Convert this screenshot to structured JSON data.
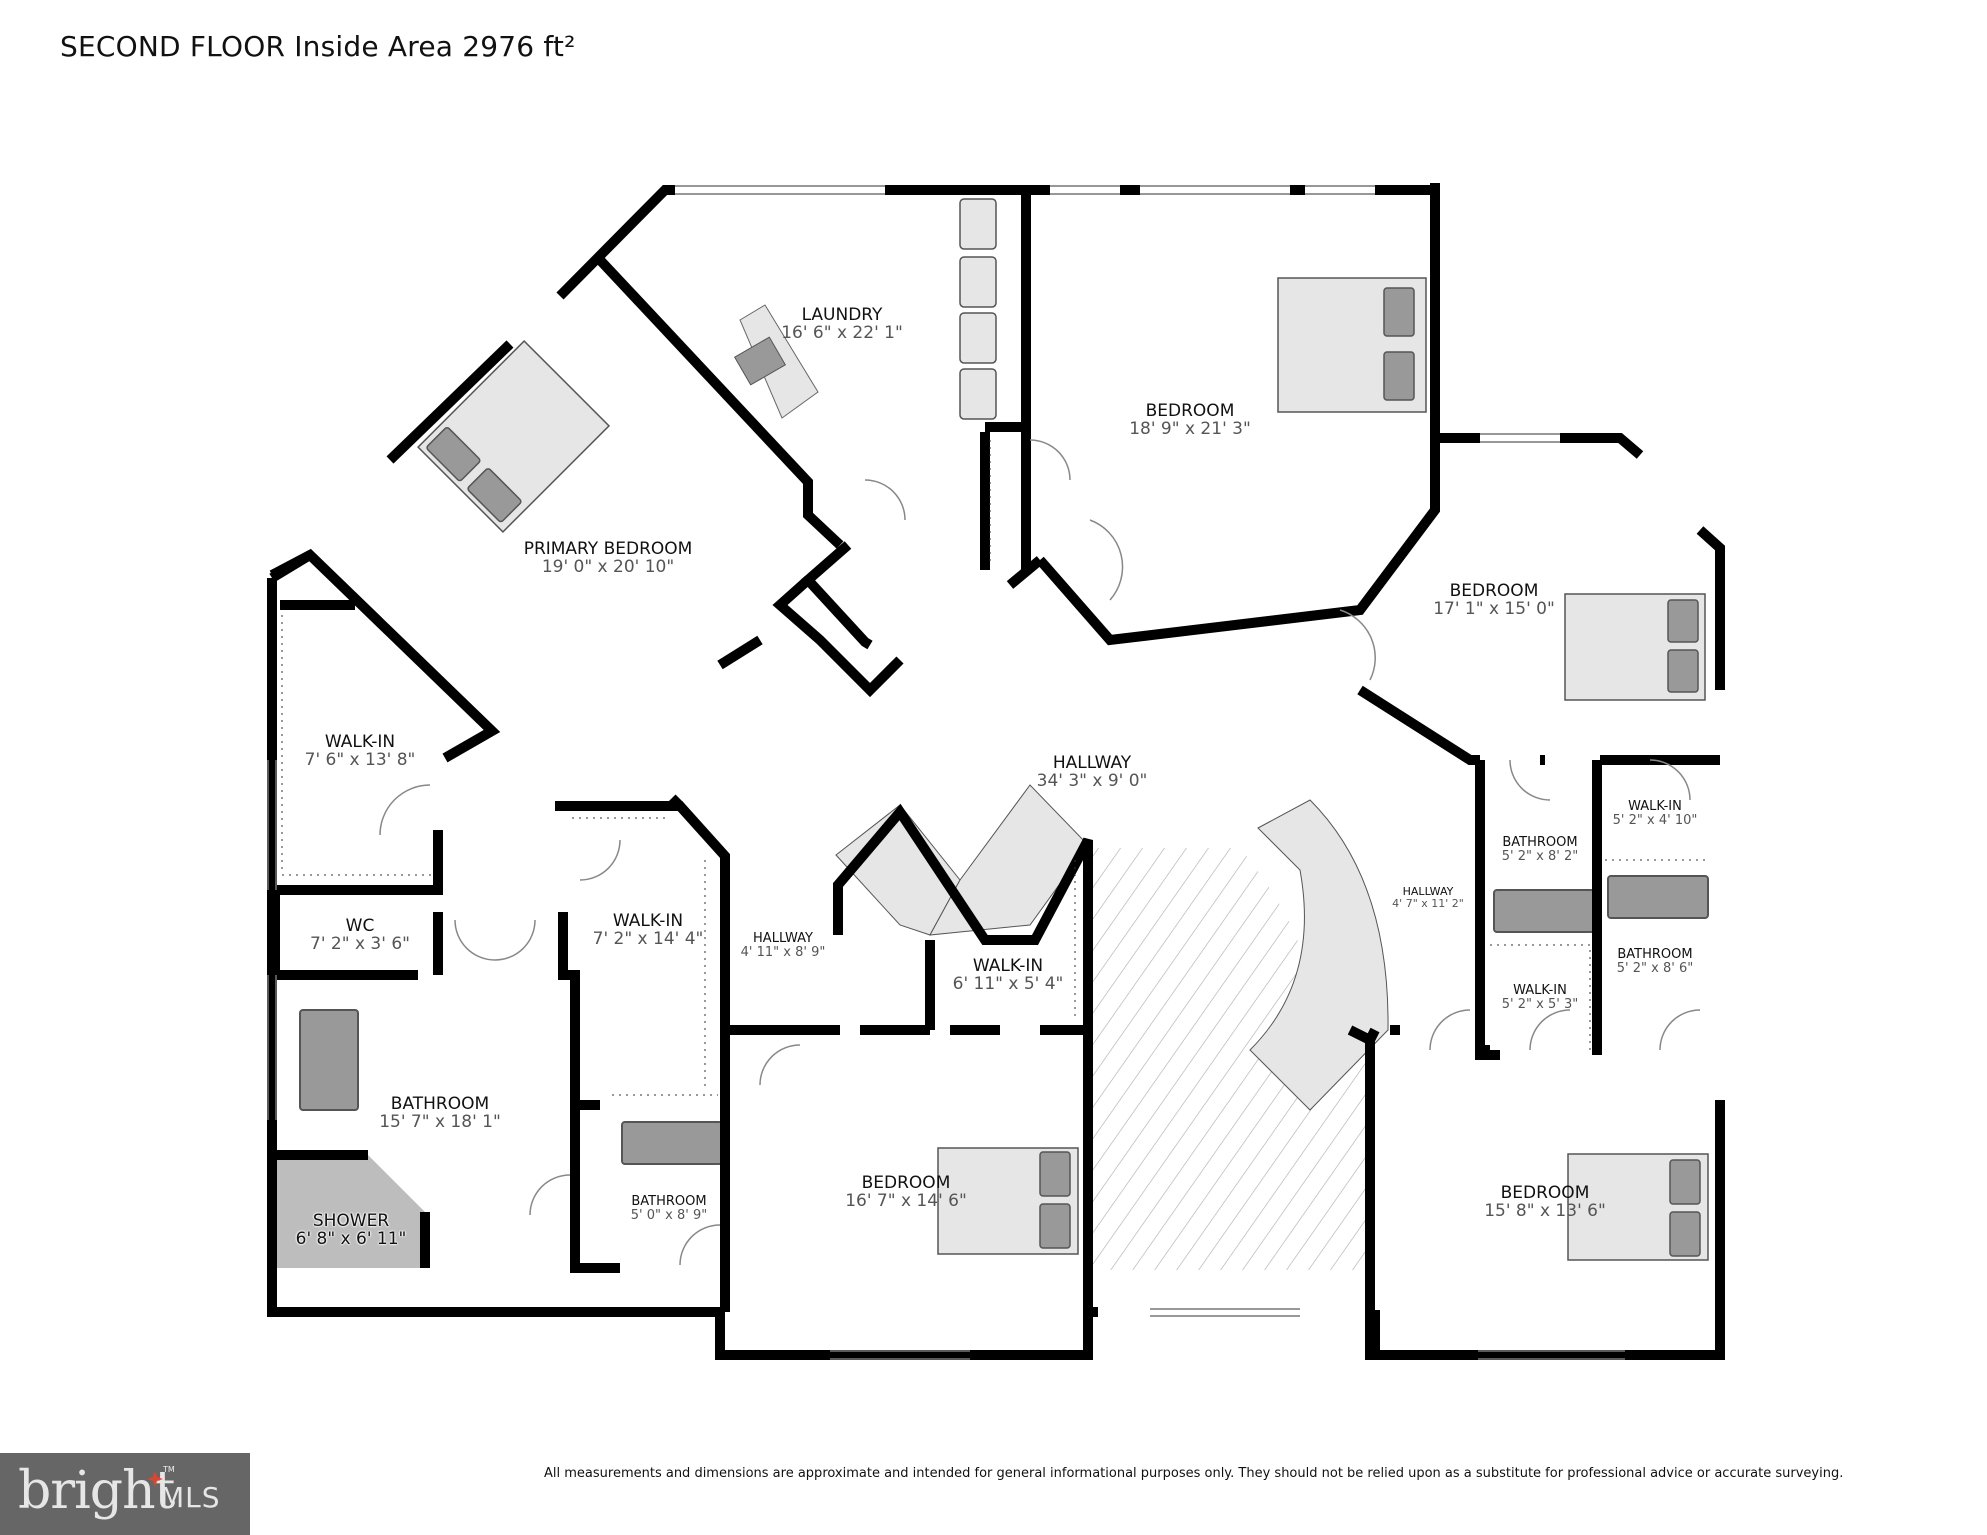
{
  "header": {
    "title": "SECOND FLOOR Inside Area 2976 ft²"
  },
  "rooms": [
    {
      "id": "laundry",
      "name": "LAUNDRY",
      "dims": "16' 6\" x 22' 1\""
    },
    {
      "id": "primary-bedroom",
      "name": "PRIMARY BEDROOM",
      "dims": "19' 0\" x 20' 10\""
    },
    {
      "id": "bedroom-top",
      "name": "BEDROOM",
      "dims": "18' 9\" x 21' 3\""
    },
    {
      "id": "bedroom-right",
      "name": "BEDROOM",
      "dims": "17' 1\" x 15' 0\""
    },
    {
      "id": "walkin-primary",
      "name": "WALK-IN",
      "dims": "7' 6\" x 13' 8\""
    },
    {
      "id": "hallway-main",
      "name": "HALLWAY",
      "dims": "34' 3\" x 9' 0\""
    },
    {
      "id": "walkin-right-top",
      "name": "WALK-IN",
      "dims": "5' 2\" x 4' 10\""
    },
    {
      "id": "bathroom-right-a",
      "name": "BATHROOM",
      "dims": "5' 2\" x 8' 2\""
    },
    {
      "id": "hallway-right",
      "name": "HALLWAY",
      "dims": "4' 7\" x 11' 2\""
    },
    {
      "id": "wc",
      "name": "WC",
      "dims": "7' 2\" x 3' 6\""
    },
    {
      "id": "walkin-center-left",
      "name": "WALK-IN",
      "dims": "7' 2\" x 14' 4\""
    },
    {
      "id": "hallway-small",
      "name": "HALLWAY",
      "dims": "4' 11\" x 8' 9\""
    },
    {
      "id": "bathroom-right-b",
      "name": "BATHROOM",
      "dims": "5' 2\" x 8' 6\""
    },
    {
      "id": "walkin-stairs",
      "name": "WALK-IN",
      "dims": "6' 11\" x 5' 4\""
    },
    {
      "id": "walkin-right-bottom",
      "name": "WALK-IN",
      "dims": "5' 2\" x 5' 3\""
    },
    {
      "id": "bathroom-primary",
      "name": "BATHROOM",
      "dims": "15' 7\" x 18' 1\""
    },
    {
      "id": "bedroom-bottom-center",
      "name": "BEDROOM",
      "dims": "16' 7\" x 14' 6\""
    },
    {
      "id": "bathroom-small",
      "name": "BATHROOM",
      "dims": "5' 0\" x 8' 9\""
    },
    {
      "id": "bedroom-bottom-right",
      "name": "BEDROOM",
      "dims": "15' 8\" x 13' 6\""
    },
    {
      "id": "shower",
      "name": "SHOWER",
      "dims": "6' 8\" x 6' 11\""
    }
  ],
  "footer": {
    "disclaimer": "All measurements and dimensions are approximate and intended for general informational purposes only. They should not be relied upon as a substitute for professional advice or accurate surveying.",
    "logo_word": "bright",
    "logo_suffix": "MLS",
    "logo_tm": "TM"
  },
  "colors": {
    "wall": "#000000",
    "fixture_fill": "#e6e6e6",
    "fixture_dark": "#999999",
    "shower_fill": "#bdbdbd",
    "logo_bg": "#666666",
    "logo_star": "#e0452b"
  }
}
